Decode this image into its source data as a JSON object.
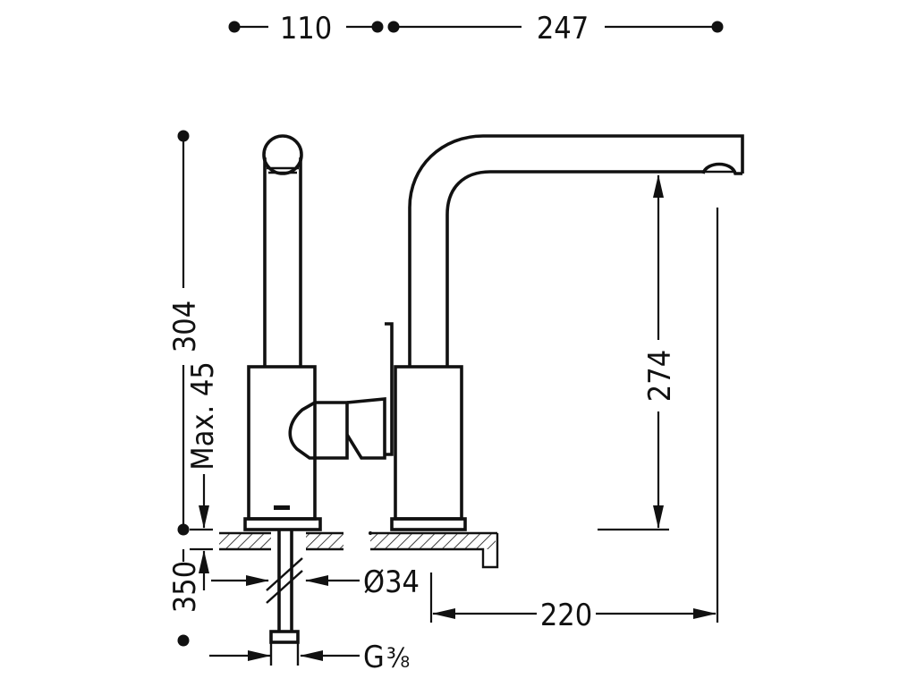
{
  "diagram": {
    "type": "technical-dimension-drawing",
    "dimensions": {
      "base_width": "110",
      "spout_reach": "247",
      "total_height": "304",
      "max_countertop": "Max. 45",
      "hose_length": "350",
      "hole_diameter": "Ø34",
      "spout_height": "274",
      "outlet_distance": "220",
      "connection": "G",
      "connection_fraction": "⅜"
    },
    "colors": {
      "line": "#111111",
      "background": "#ffffff"
    }
  }
}
